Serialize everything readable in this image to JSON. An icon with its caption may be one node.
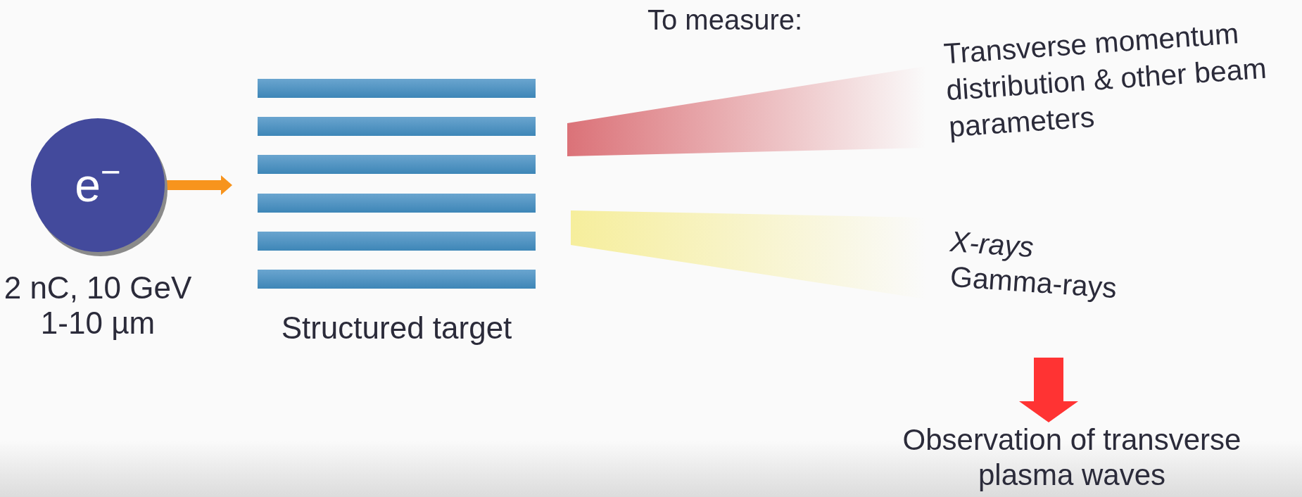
{
  "diagram": {
    "nodes": [
      {
        "text": [
          "e$^{−}$"
        ],
        "beside": [
          "2 nC, 10 GeV 1-10 µm"
        ]
      },
      {
        "text": [
          "Structured target"
        ]
      },
      {
        "text": [
          "Transverse momentum distribution & other beam parameters"
        ]
      },
      {
        "text": [
          "X-rays",
          "Gamma-rays"
        ]
      },
      {
        "text": [
          "Observation of transverse plasma waves"
        ]
      }
    ],
    "edges": [
      {
        "from": 0,
        "to": 1,
        "arrow": "to",
        "style": "thick",
        "color": "#f7941d"
      },
      {
        "from": 3,
        "to": 4,
        "arrow": "to",
        "style": "thick",
        "color": "#ff3333"
      }
    ],
    "labels": [
      "To measure:"
    ]
  }
}
